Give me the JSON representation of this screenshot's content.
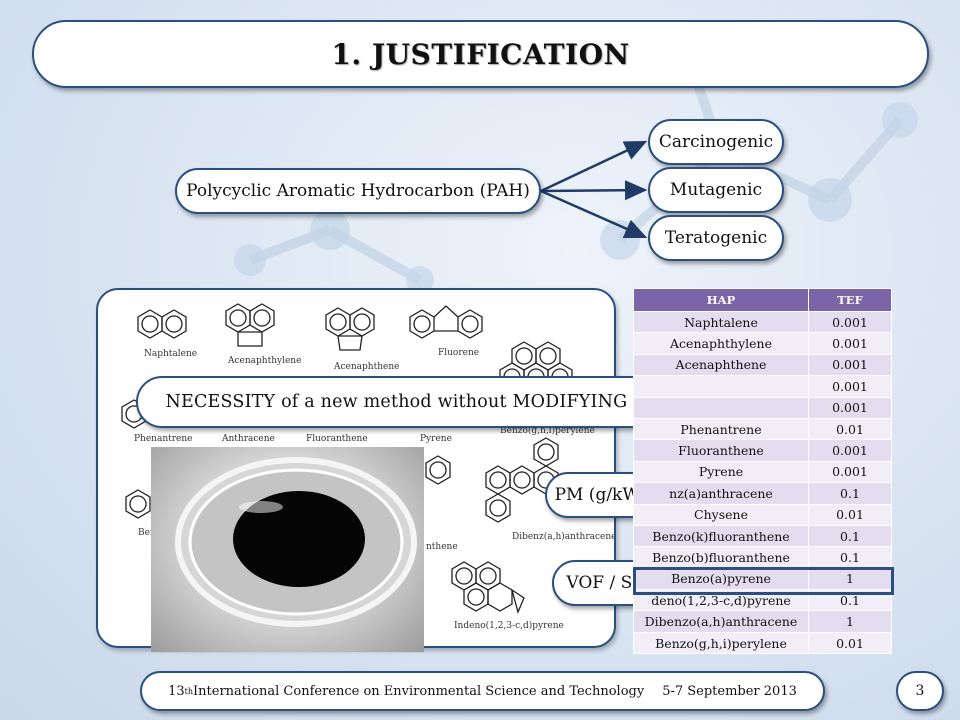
{
  "title": "1. JUSTIFICATION",
  "pah": "Polycyclic Aromatic Hydrocarbon (PAH)",
  "effects": [
    "Carcinogenic",
    "Mutagenic",
    "Teratogenic"
  ],
  "structures": [
    "Naphtalene",
    "Acenaphthylene",
    "Acenaphthene",
    "Fluorene",
    "Phenantrene",
    "Anthracene",
    "Fluoranthene",
    "Pyrene",
    "Benzo(g,h,i)perylene",
    "Dibenz(a,h)anthracene",
    "Indeno(1,2,3-c,d)pyrene",
    "Benz",
    "nthene"
  ],
  "necessity": "NECESSITY of a new method without MODIFYING current installation",
  "pm_label": "PM (g/kWh)",
  "vof_label": "VOF / Soot",
  "table": {
    "headers": [
      "HAP",
      "TEF"
    ],
    "rows": [
      [
        "Naphtalene",
        "0.001"
      ],
      [
        "Acenaphthylene",
        "0.001"
      ],
      [
        "Acenaphthene",
        "0.001"
      ],
      [
        "",
        "0.001"
      ],
      [
        "",
        "0.001"
      ],
      [
        "Phenantrene",
        "0.01"
      ],
      [
        "Fluoranthene",
        "0.001"
      ],
      [
        "Pyrene",
        "0.001"
      ],
      [
        "nz(a)anthracene",
        "0.1"
      ],
      [
        "Chysene",
        "0.01"
      ],
      [
        "Benzo(k)fluoranthene",
        "0.1"
      ],
      [
        "Benzo(b)fluoranthene",
        "0.1"
      ],
      [
        "Benzo(a)pyrene",
        "1"
      ],
      [
        "deno(1,2,3-c,d)pyrene",
        "0.1"
      ],
      [
        "Dibenzo(a,h)anthracene",
        "1"
      ],
      [
        "Benzo(g,h,i)perylene",
        "0.01"
      ]
    ],
    "highlighted_row": "Benzo(a)pyrene"
  },
  "footer": {
    "ordinal": "13",
    "ordinal_suffix": "th",
    "conference": " International Conference on Environmental Science and Technology",
    "dates": "5-7 September 2013"
  },
  "page_number": "3",
  "colors": {
    "border": "#2b4f7e",
    "table_header": "#7c65a6",
    "table_row_odd": "#e3ddef",
    "table_row_even": "#f1eef7"
  }
}
